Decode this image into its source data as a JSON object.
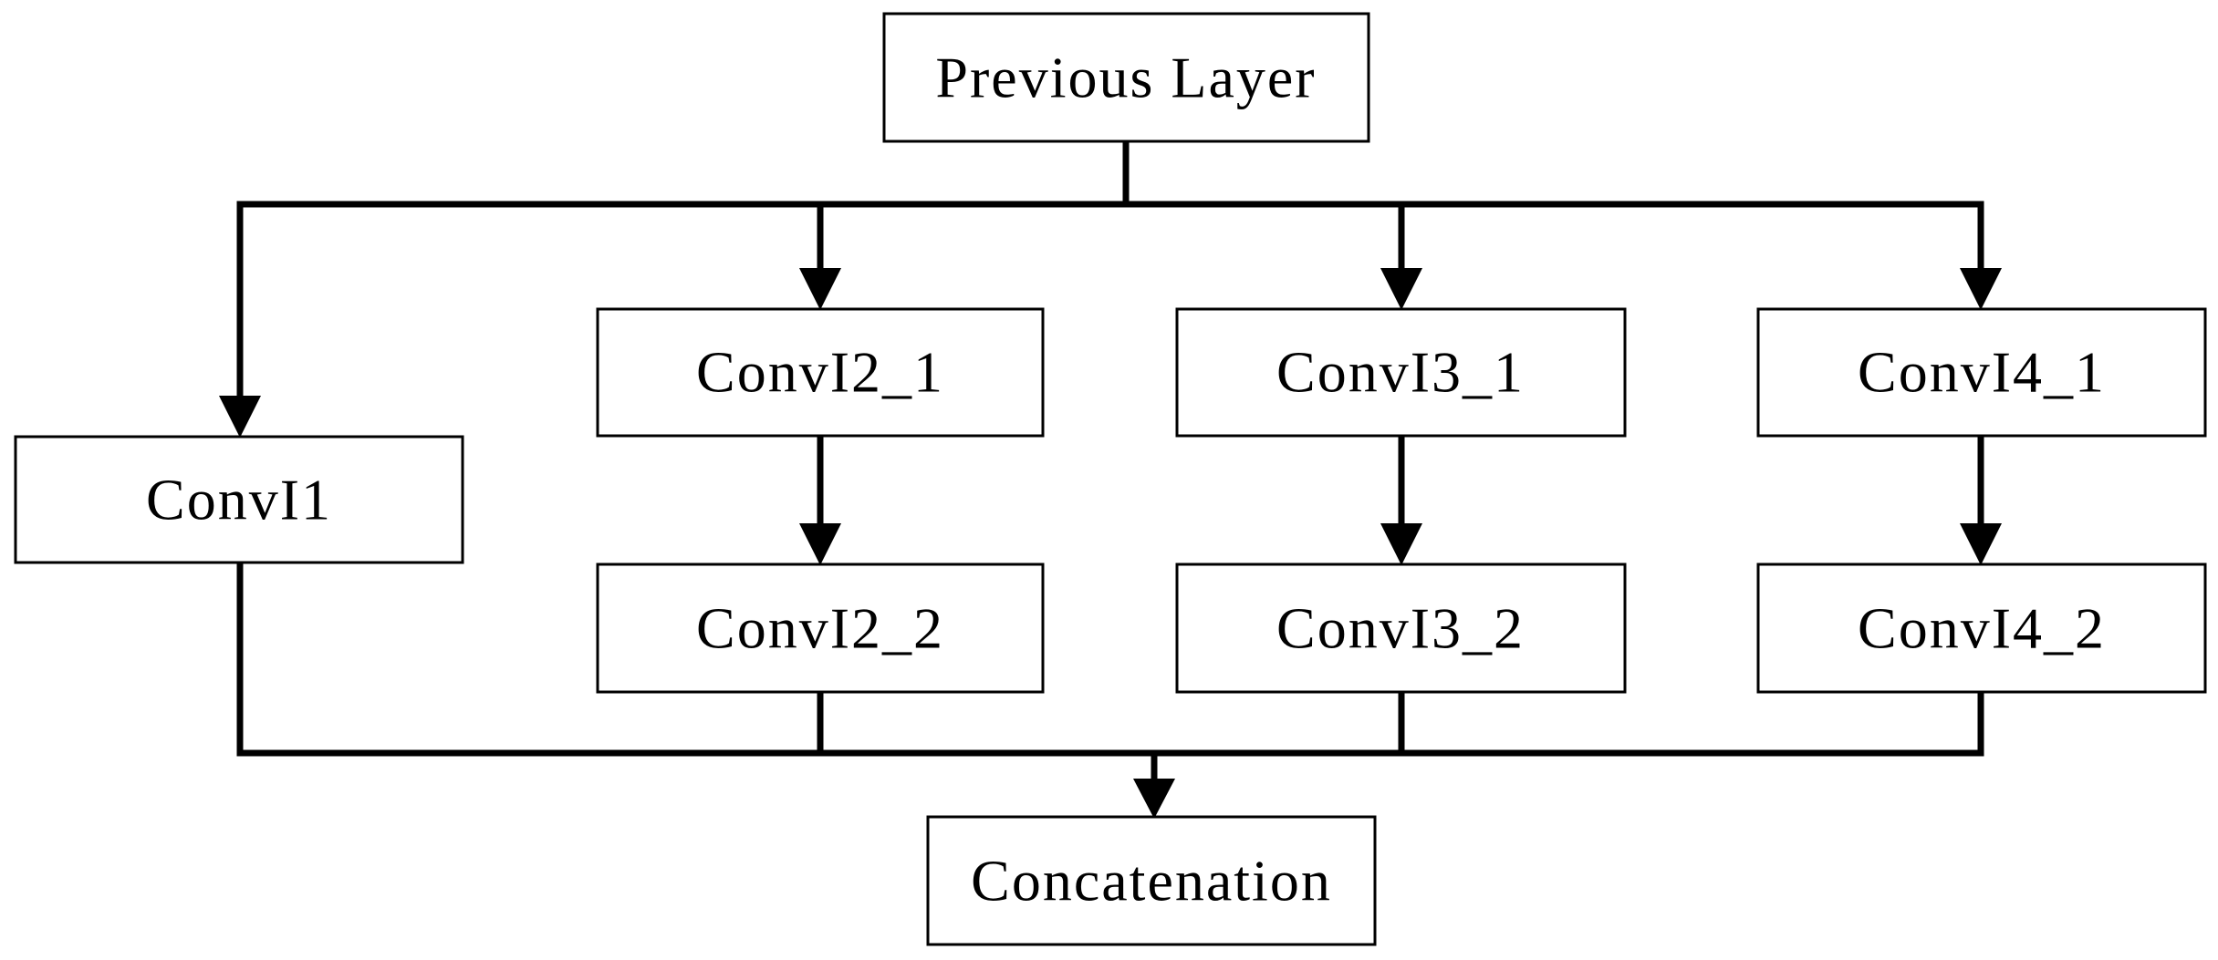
{
  "diagram": {
    "nodes": {
      "previous_layer": "Previous Layer",
      "conv1": "ConvI1",
      "conv2_1": "ConvI2_1",
      "conv2_2": "ConvI2_2",
      "conv3_1": "ConvI3_1",
      "conv3_2": "ConvI3_2",
      "conv4_1": "ConvI4_1",
      "conv4_2": "ConvI4_2",
      "concatenation": "Concatenation"
    },
    "colors": {
      "stroke": "#000000",
      "fill": "#ffffff"
    }
  }
}
